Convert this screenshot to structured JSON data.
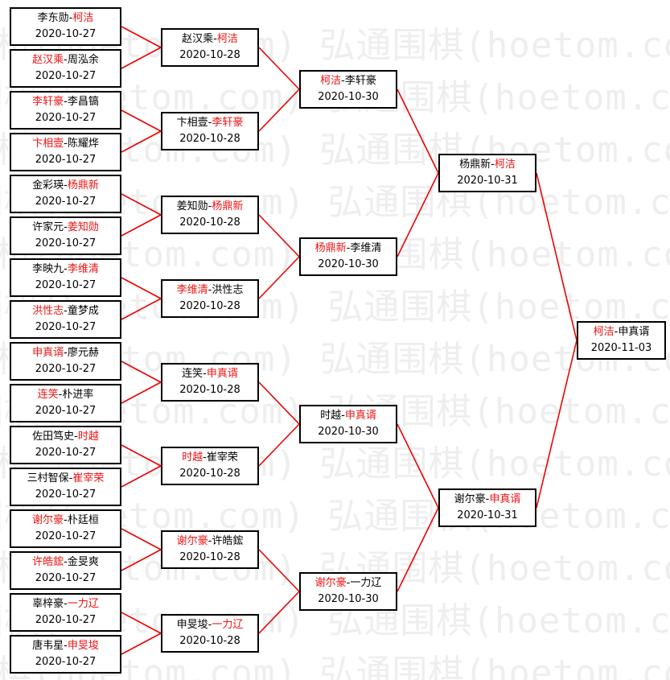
{
  "watermark": "弘通围棋(hoetom.com)",
  "colors": {
    "winner": "#ee1111",
    "line": "#ee0000",
    "border": "#000000"
  },
  "rounds": [
    [
      {
        "a": "李东勋",
        "b": "柯洁",
        "winner": "b",
        "date": "2020-10-27"
      },
      {
        "a": "赵汉乘",
        "b": "周泓余",
        "winner": "a",
        "date": "2020-10-27"
      },
      {
        "a": "李轩豪",
        "b": "李昌镐",
        "winner": "a",
        "date": "2020-10-27"
      },
      {
        "a": "卞相壹",
        "b": "陈耀烨",
        "winner": "a",
        "date": "2020-10-27"
      },
      {
        "a": "金彩瑛",
        "b": "杨鼎新",
        "winner": "b",
        "date": "2020-10-27"
      },
      {
        "a": "许家元",
        "b": "姜知勋",
        "winner": "b",
        "date": "2020-10-27"
      },
      {
        "a": "李映九",
        "b": "李维清",
        "winner": "b",
        "date": "2020-10-27"
      },
      {
        "a": "洪性志",
        "b": "童梦成",
        "winner": "a",
        "date": "2020-10-27"
      },
      {
        "a": "申真谞",
        "b": "廖元赫",
        "winner": "a",
        "date": "2020-10-27"
      },
      {
        "a": "连笑",
        "b": "朴进率",
        "winner": "a",
        "date": "2020-10-27"
      },
      {
        "a": "佐田笃史",
        "b": "时越",
        "winner": "b",
        "date": "2020-10-27"
      },
      {
        "a": "三村智保",
        "b": "崔宰荣",
        "winner": "b",
        "date": "2020-10-27"
      },
      {
        "a": "谢尔豪",
        "b": "朴廷桓",
        "winner": "a",
        "date": "2020-10-27"
      },
      {
        "a": "许皓鋐",
        "b": "金旻爽",
        "winner": "a",
        "date": "2020-10-27"
      },
      {
        "a": "辜梓豪",
        "b": "一力辽",
        "winner": "b",
        "date": "2020-10-27"
      },
      {
        "a": "唐韦星",
        "b": "申旻埈",
        "winner": "b",
        "date": "2020-10-27"
      }
    ],
    [
      {
        "a": "赵汉乘",
        "b": "柯洁",
        "winner": "b",
        "date": "2020-10-28"
      },
      {
        "a": "卞相壹",
        "b": "李轩豪",
        "winner": "b",
        "date": "2020-10-28"
      },
      {
        "a": "姜知勋",
        "b": "杨鼎新",
        "winner": "b",
        "date": "2020-10-28"
      },
      {
        "a": "李维清",
        "b": "洪性志",
        "winner": "a",
        "date": "2020-10-28"
      },
      {
        "a": "连笑",
        "b": "申真谞",
        "winner": "b",
        "date": "2020-10-28"
      },
      {
        "a": "时越",
        "b": "崔宰荣",
        "winner": "a",
        "date": "2020-10-28"
      },
      {
        "a": "谢尔豪",
        "b": "许皓鋐",
        "winner": "a",
        "date": "2020-10-28"
      },
      {
        "a": "申旻埈",
        "b": "一力辽",
        "winner": "b",
        "date": "2020-10-28"
      }
    ],
    [
      {
        "a": "柯洁",
        "b": "李轩豪",
        "winner": "a",
        "date": "2020-10-30"
      },
      {
        "a": "杨鼎新",
        "b": "李维清",
        "winner": "a",
        "date": "2020-10-30"
      },
      {
        "a": "时越",
        "b": "申真谞",
        "winner": "b",
        "date": "2020-10-30"
      },
      {
        "a": "谢尔豪",
        "b": "一力辽",
        "winner": "a",
        "date": "2020-10-30"
      }
    ],
    [
      {
        "a": "杨鼎新",
        "b": "柯洁",
        "winner": "b",
        "date": "2020-10-31"
      },
      {
        "a": "谢尔豪",
        "b": "申真谞",
        "winner": "b",
        "date": "2020-10-31"
      }
    ],
    [
      {
        "a": "柯洁",
        "b": "申真谞",
        "winner": "a",
        "date": "2020-11-03"
      }
    ]
  ]
}
